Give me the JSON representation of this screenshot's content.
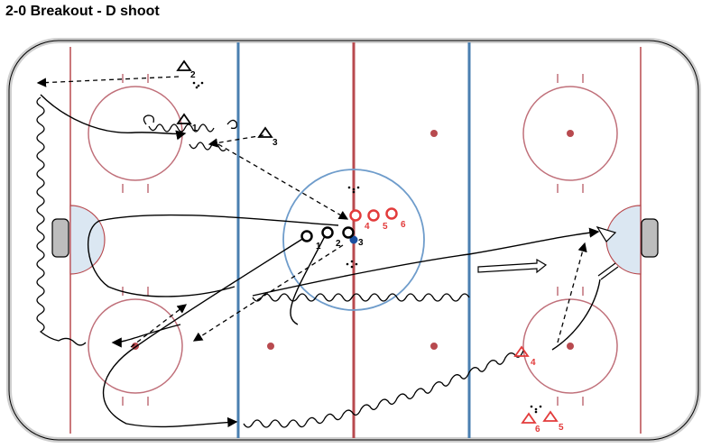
{
  "title": "2-0 Breakout - D shoot",
  "colors": {
    "rink_border": "#000000",
    "red_line": "#b84a4f",
    "blue_line": "#4a7fb0",
    "circle": "#c0707a",
    "center_circle": "#6e9ccb",
    "red_players": "#e23b3b",
    "black_players": "#111111",
    "puck": "#1a4fa0",
    "goal_crease": "#dbe7f2"
  },
  "players": {
    "forward_2": "2",
    "forward_1": "1",
    "forward_3": "3",
    "circle_1": "1",
    "circle_2": "2",
    "circle_3": "3",
    "red_4": "4",
    "red_5": "5",
    "red_6": "6",
    "red_triangle_4": "4",
    "red_triangle_5": "5",
    "red_triangle_6": "6"
  }
}
